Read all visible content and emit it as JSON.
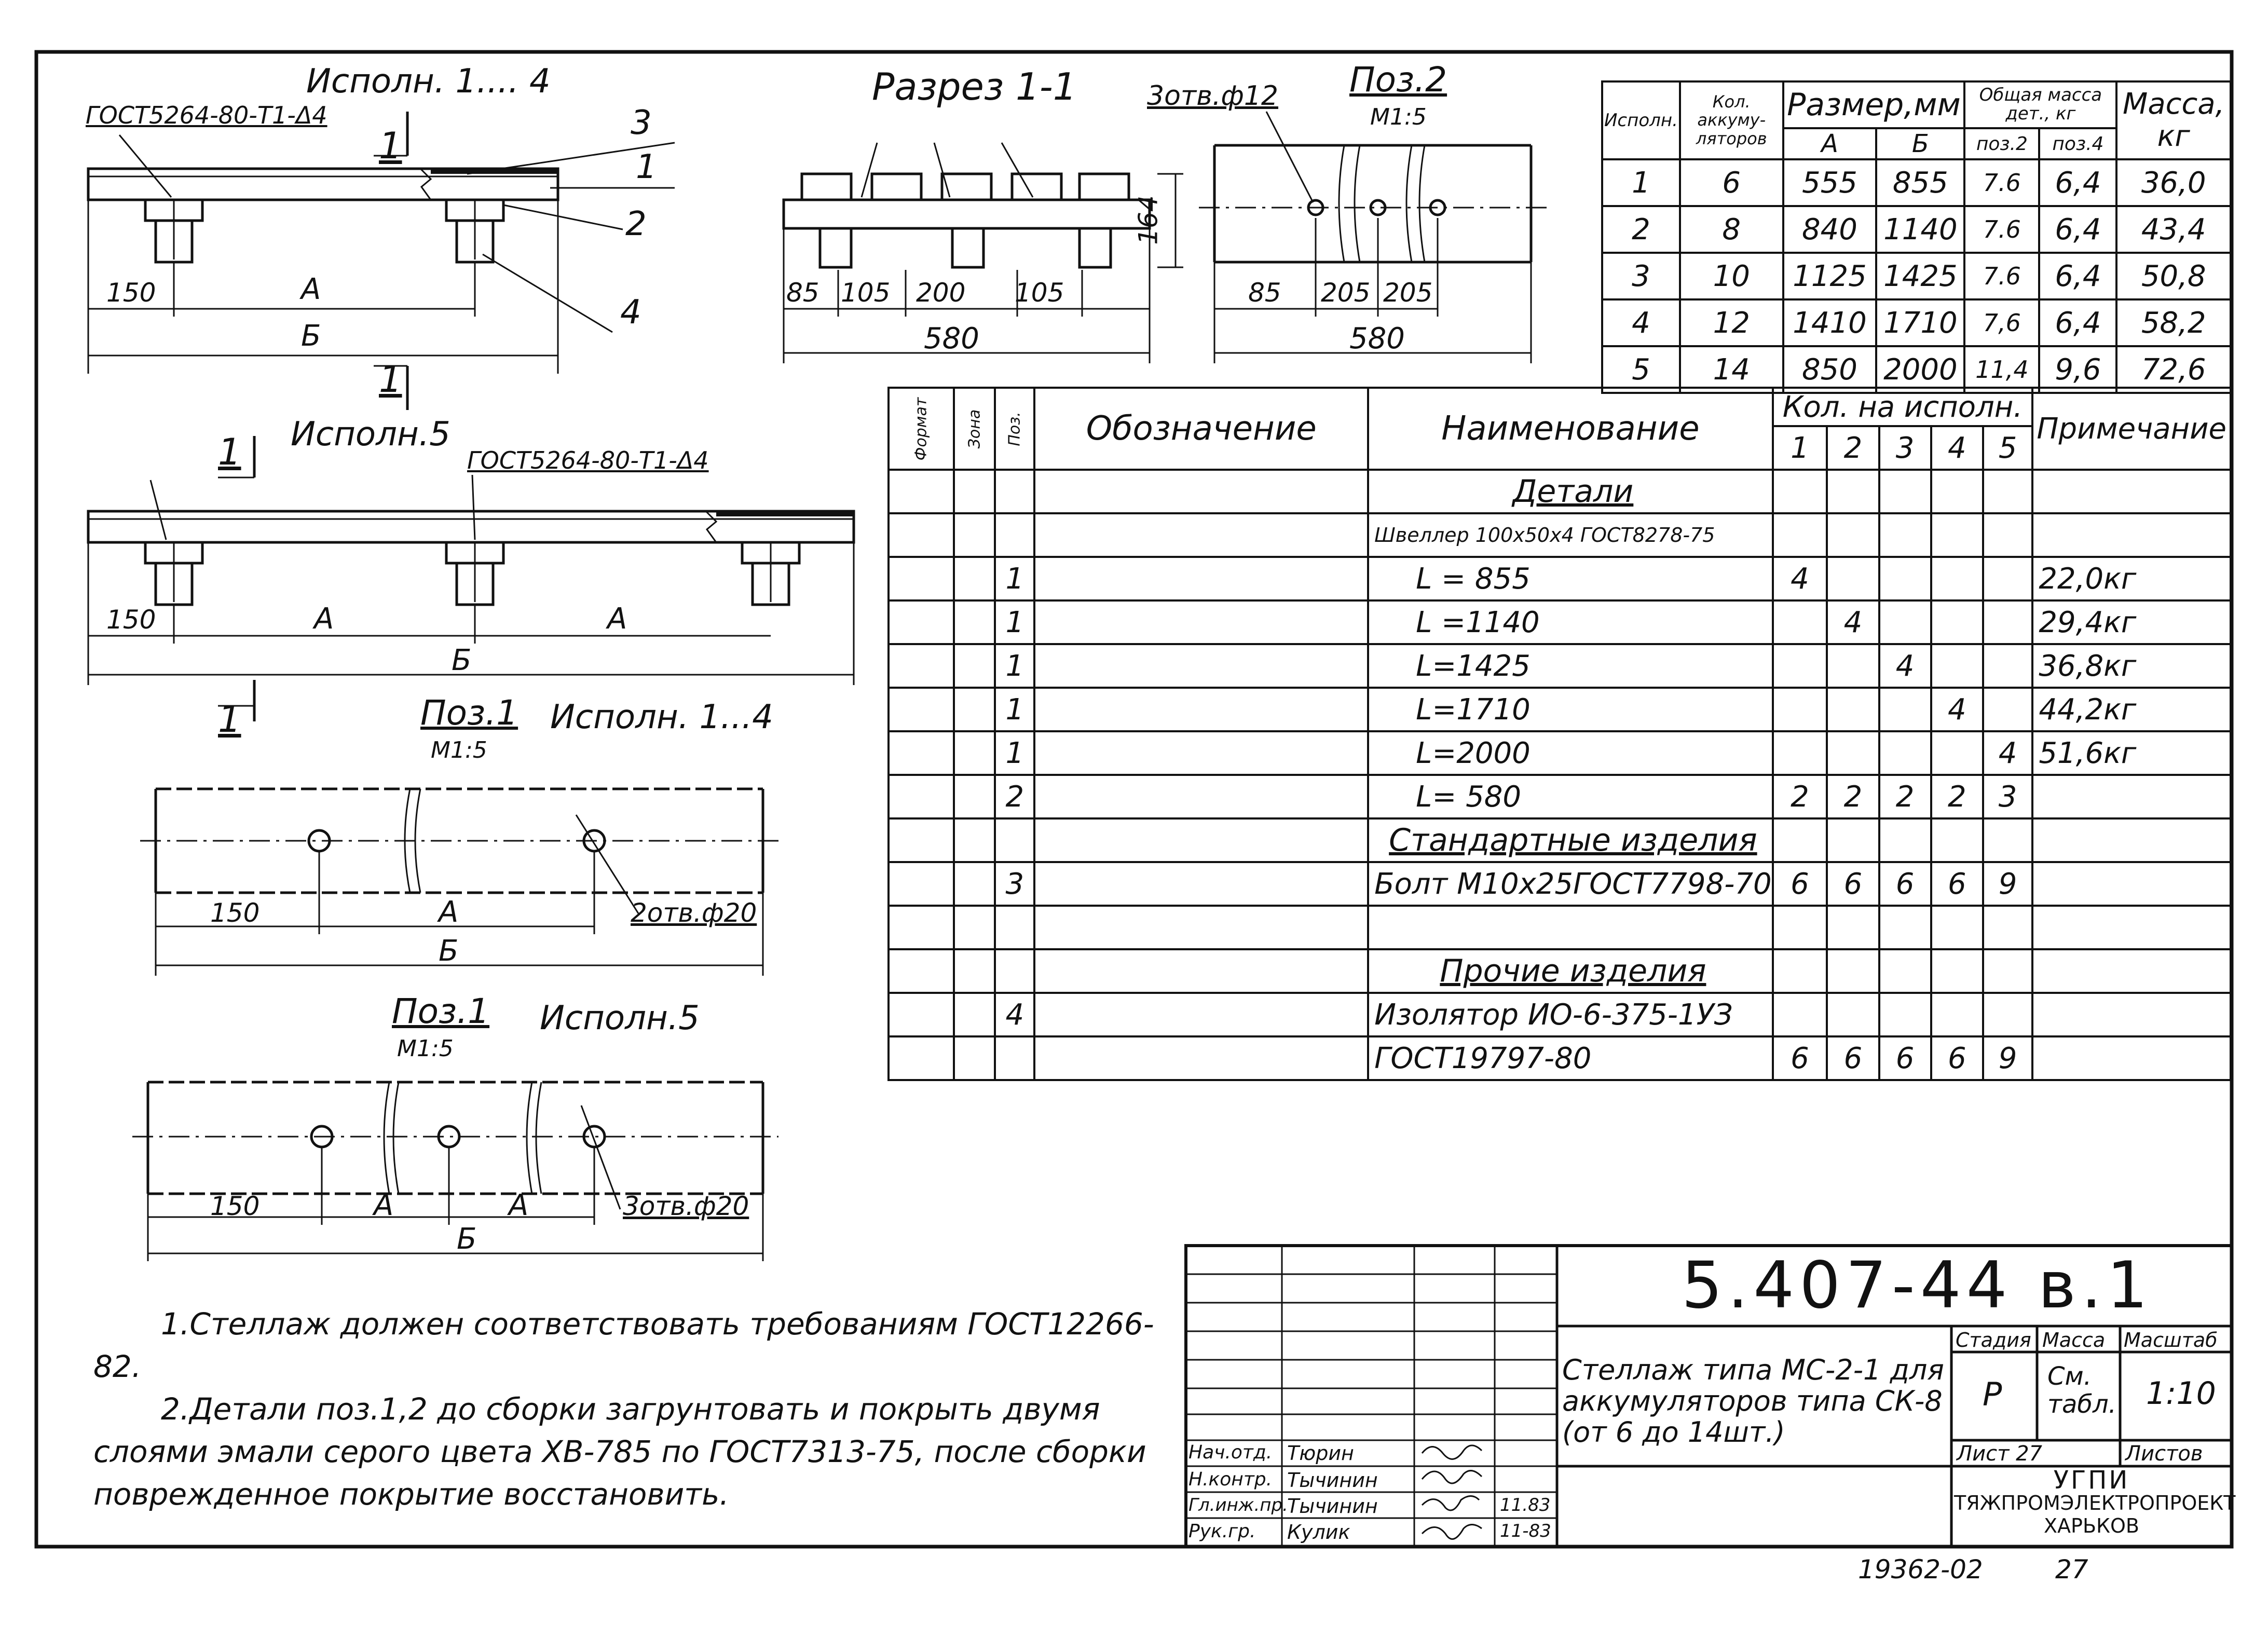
{
  "views": {
    "ispoln_1_4": {
      "title": "Исполн. 1.... 4",
      "gost_label": "ГОСТ5264-80-Т1-Δ4",
      "section_mark": "1",
      "callouts": [
        "3",
        "1",
        "2",
        "4"
      ],
      "dims": {
        "d150": "150",
        "a": "А",
        "b": "Б"
      }
    },
    "ispoln_5": {
      "title": "Исполн.5",
      "gost_label": "ГОСТ5264-80-Т1-Δ4",
      "section_mark": "1",
      "dims": {
        "d150": "150",
        "a1": "А",
        "a2": "А",
        "b": "Б"
      }
    },
    "razrez": {
      "title": "Разрез 1-1",
      "dims": {
        "d85": "85",
        "d105a": "105",
        "d200": "200",
        "d105b": "105",
        "total": "580",
        "height": "164"
      }
    },
    "poz2": {
      "title": "Поз.2",
      "scale": "М1:5",
      "holes": "3отв.ф12",
      "dims": {
        "d85": "85",
        "d205a": "205",
        "d205b": "205",
        "total": "580"
      }
    },
    "poz1_1_4": {
      "title": "Поз.1",
      "scale": "М1:5",
      "ispoln": "Исполн. 1...4",
      "holes": "2отв.ф20",
      "dims": {
        "d150": "150",
        "a": "А",
        "b": "Б"
      }
    },
    "poz1_5": {
      "title": "Поз.1",
      "scale": "М1:5",
      "ispoln": "Исполн.5",
      "holes": "3отв.ф20",
      "dims": {
        "d150": "150",
        "a1": "А",
        "a2": "А",
        "b": "Б"
      }
    }
  },
  "size_table": {
    "headers": {
      "ispoln": "Исполн.",
      "kol": "Кол. аккуму- ляторов",
      "razmer": "Размер,мм",
      "a": "А",
      "b": "Б",
      "obsh_massa": "Общая масса дет., кг",
      "poz2": "поз.2",
      "poz4": "поз.4",
      "massa": "Масса, кг"
    },
    "rows": [
      {
        "isp": "1",
        "kol": "6",
        "a": "555",
        "b": "855",
        "poz2": "7.6",
        "poz4": "6,4",
        "massa": "36,0"
      },
      {
        "isp": "2",
        "kol": "8",
        "a": "840",
        "b": "1140",
        "poz2": "7.6",
        "poz4": "6,4",
        "massa": "43,4"
      },
      {
        "isp": "3",
        "kol": "10",
        "a": "1125",
        "b": "1425",
        "poz2": "7.6",
        "poz4": "6,4",
        "massa": "50,8"
      },
      {
        "isp": "4",
        "kol": "12",
        "a": "1410",
        "b": "1710",
        "poz2": "7,6",
        "poz4": "6,4",
        "massa": "58,2"
      },
      {
        "isp": "5",
        "kol": "14",
        "a": "850",
        "b": "2000",
        "poz2": "11,4",
        "poz4": "9,6",
        "massa": "72,6"
      }
    ]
  },
  "spec_table": {
    "headers": {
      "format": "Формат",
      "zona": "Зона",
      "poz": "Поз.",
      "oboznachenie": "Обозначение",
      "naimenovanie": "Наименование",
      "kol_na_ispoln": "Кол. на исполн.",
      "cols": [
        "1",
        "2",
        "3",
        "4",
        "5"
      ],
      "primechanie": "Примечание"
    },
    "rows": [
      {
        "poz": "",
        "name": "Детали",
        "q": [
          "",
          "",
          "",
          "",
          ""
        ],
        "note": "",
        "kind": "section"
      },
      {
        "poz": "",
        "name": "Швеллер 100x50x4 ГОСТ8278-75",
        "q": [
          "",
          "",
          "",
          "",
          ""
        ],
        "note": "",
        "kind": "small"
      },
      {
        "poz": "1",
        "name": "L = 855",
        "q": [
          "4",
          "",
          "",
          "",
          ""
        ],
        "note": "22,0кг",
        "kind": "indent"
      },
      {
        "poz": "1",
        "name": "L =1140",
        "q": [
          "",
          "4",
          "",
          "",
          ""
        ],
        "note": "29,4кг",
        "kind": "indent"
      },
      {
        "poz": "1",
        "name": "L=1425",
        "q": [
          "",
          "",
          "4",
          "",
          ""
        ],
        "note": "36,8кг",
        "kind": "indent"
      },
      {
        "poz": "1",
        "name": "L=1710",
        "q": [
          "",
          "",
          "",
          "4",
          ""
        ],
        "note": "44,2кг",
        "kind": "indent"
      },
      {
        "poz": "1",
        "name": "L=2000",
        "q": [
          "",
          "",
          "",
          "",
          "4"
        ],
        "note": "51,6кг",
        "kind": "indent"
      },
      {
        "poz": "2",
        "name": "L= 580",
        "q": [
          "2",
          "2",
          "2",
          "2",
          "3"
        ],
        "note": "",
        "kind": "indent"
      },
      {
        "poz": "",
        "name": "Стандартные изделия",
        "q": [
          "",
          "",
          "",
          "",
          ""
        ],
        "note": "",
        "kind": "section"
      },
      {
        "poz": "3",
        "name": "Болт М10х25ГОСТ7798-70",
        "q": [
          "6",
          "6",
          "6",
          "6",
          "9"
        ],
        "note": "",
        "kind": "normal"
      },
      {
        "poz": "",
        "name": "",
        "q": [
          "",
          "",
          "",
          "",
          ""
        ],
        "note": "",
        "kind": "normal"
      },
      {
        "poz": "",
        "name": "Прочие изделия",
        "q": [
          "",
          "",
          "",
          "",
          ""
        ],
        "note": "",
        "kind": "section"
      },
      {
        "poz": "4",
        "name": "Изолятор ИО-6-375-1УЗ",
        "q": [
          "",
          "",
          "",
          "",
          ""
        ],
        "note": "",
        "kind": "normal"
      },
      {
        "poz": "",
        "name": "ГОСТ19797-80",
        "q": [
          "6",
          "6",
          "6",
          "6",
          "9"
        ],
        "note": "",
        "kind": "normal"
      }
    ]
  },
  "notes": [
    "1.Стеллаж должен соответствовать требованиям ГОСТ12266-82.",
    "2.Детали поз.1,2 до сборки загрунтовать и покрыть двумя слоями эмали серого цвета ХВ-785 по ГОСТ7313-75, после сборки поврежденное покрытие восстановить."
  ],
  "title_block": {
    "doc_number": "5.407-44 в.1",
    "description": "Стеллаж типа МС-2-1 для аккумуляторов типа СК-8 (от 6 до 14шт.)",
    "stadia_label": "Стадия",
    "massa_label": "Масса",
    "masshtab_label": "Масштаб",
    "stadia": "Р",
    "massa": "См. табл.",
    "masshtab": "1:10",
    "list": "Лист 27",
    "listov": "Листов",
    "org": [
      "УГПИ",
      "ТЯЖПРОМЭЛЕКТРОПРОЕКТ",
      "ХАРЬКОВ"
    ],
    "signers": [
      {
        "role": "Нач.отд.",
        "name": "Тюрин",
        "date": ""
      },
      {
        "role": "Н.контр.",
        "name": "Тычинин",
        "date": ""
      },
      {
        "role": "Гл.инж.пр.",
        "name": "Тычинин",
        "date": "11.83"
      },
      {
        "role": "Рук.гр.",
        "name": "Кулик",
        "date": "11-83"
      }
    ]
  },
  "footer": {
    "archive": "19362-02",
    "sheet": "27"
  }
}
